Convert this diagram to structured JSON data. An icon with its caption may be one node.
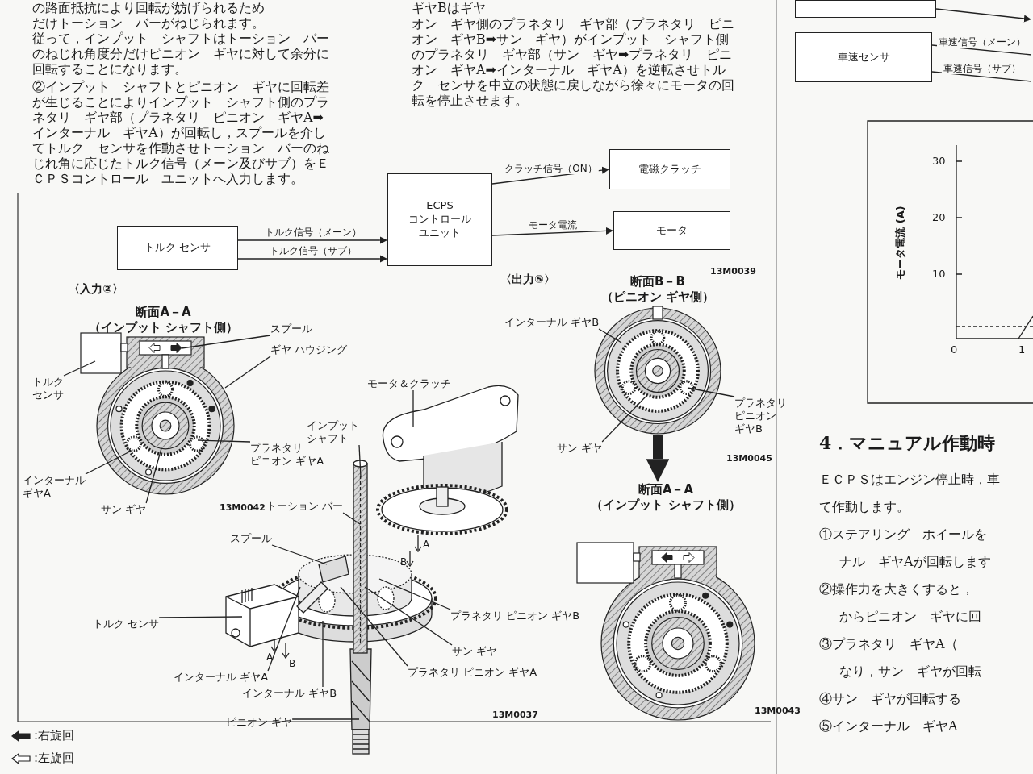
{
  "diagram": {
    "nodes": [
      {
        "text": [
          "トルク センサ"
        ]
      },
      {
        "text": [
          "ECPSコントロールユニット"
        ]
      },
      {
        "text": [
          "電磁クラッチ"
        ]
      },
      {
        "text": [
          "モータ"
        ]
      },
      {
        "text": [
          "断面A－A",
          "（インプット シャフト側）"
        ]
      },
      {
        "text": [
          "スプール"
        ]
      },
      {
        "text": [
          "ギヤ ハウジング"
        ]
      },
      {
        "text": [
          "トルクセンサ"
        ]
      },
      {
        "text": [
          "プラネタリピニオン ギヤA"
        ]
      },
      {
        "text": [
          "インターナルギヤA"
        ]
      },
      {
        "text": [
          "サン ギヤ"
        ]
      },
      {
        "text": [
          "モータ＆クラッチ"
        ]
      },
      {
        "text": [
          "インプットシャフト"
        ]
      },
      {
        "text": [
          "トーション バー"
        ]
      },
      {
        "text": [
          "スプール"
        ]
      },
      {
        "text": [
          "トルク センサ"
        ]
      },
      {
        "text": [
          "プラネタリ ピニオン ギヤB"
        ]
      },
      {
        "text": [
          "サン ギヤ"
        ]
      },
      {
        "text": [
          "プラネタリ ピニオン ギヤA"
        ]
      },
      {
        "text": [
          "インターナル ギヤA"
        ]
      },
      {
        "text": [
          "インターナル ギヤB"
        ]
      },
      {
        "text": [
          "ピニオン ギヤ"
        ]
      },
      {
        "text": [
          "断面B－B",
          "（ピニオン ギヤ側）"
        ],
        "beside": [
          "13M0045"
        ]
      },
      {
        "text": [
          "インターナル ギヤB"
        ]
      },
      {
        "text": [
          "サン ギヤ"
        ]
      },
      {
        "text": [
          "プラネタリピニオンギヤB"
        ]
      },
      {
        "text": [
          "断面A－A",
          "（インプット シャフト側）"
        ],
        "beside": [
          "13M0043"
        ]
      },
      {
        "text": [],
        "shape": "box"
      },
      {
        "text": [
          "車速センサ"
        ]
      }
    ],
    "edges": [
      {
        "from": 0,
        "to": 1,
        "arrow": "to",
        "label": "トルク信号（メーン）"
      },
      {
        "from": 0,
        "to": 1,
        "arrow": "to",
        "label": "トルク信号（サブ）"
      },
      {
        "from": 1,
        "to": 2,
        "arrow": "to",
        "label": "クラッチ信号（ON）"
      },
      {
        "from": 1,
        "to": 3,
        "arrow": "to",
        "label": "モータ電流"
      },
      {
        "from": 5,
        "to": 4,
        "arrow": "none"
      },
      {
        "from": 6,
        "to": 4,
        "arrow": "none"
      },
      {
        "from": 7,
        "to": 4,
        "arrow": "none"
      },
      {
        "from": 8,
        "to": 4,
        "arrow": "none"
      },
      {
        "from": 9,
        "to": 4,
        "arrow": "none"
      },
      {
        "from": 10,
        "to": 4,
        "arrow": "none"
      },
      {
        "from": 11,
        "to": null,
        "arrow": "none"
      },
      {
        "from": 12,
        "to": null,
        "arrow": "none"
      },
      {
        "from": 13,
        "to": null,
        "arrow": "none"
      },
      {
        "from": 14,
        "to": null,
        "arrow": "none"
      },
      {
        "from": 15,
        "to": null,
        "arrow": "none"
      },
      {
        "from": 16,
        "to": null,
        "arrow": "none"
      },
      {
        "from": 17,
        "to": null,
        "arrow": "none"
      },
      {
        "from": 18,
        "to": null,
        "arrow": "none"
      },
      {
        "from": 19,
        "to": null,
        "arrow": "none"
      },
      {
        "from": 20,
        "to": null,
        "arrow": "none"
      },
      {
        "from": 21,
        "to": null,
        "arrow": "none"
      },
      {
        "from": 23,
        "to": 22,
        "arrow": "none"
      },
      {
        "from": 24,
        "to": 22,
        "arrow": "none"
      },
      {
        "from": 25,
        "to": 22,
        "arrow": "none"
      },
      {
        "from": 22,
        "to": 26,
        "arrow": "to",
        "style": "thick"
      },
      {
        "from": 27,
        "to": null,
        "arrow": "to"
      },
      {
        "from": 28,
        "to": null,
        "arrow": "none",
        "label": "車速信号（メーン）"
      },
      {
        "from": 28,
        "to": null,
        "arrow": "none",
        "label": "車速信号（サブ）"
      }
    ],
    "labels": [
      "の路面抵抗により回転が妨げられるため",
      "だけトーション　バーがねじられます。",
      "従って，インプット　シャフトはトーション　バーのねじれ角度分だけピニオン　ギヤに対して余分に回転することになります。",
      "②インプット　シャフトとピニオン　ギヤに回転差が生じることによりインプット　シャフト側のプラネタリ　ギヤ部（プラネタリ　ピニオン　ギヤA➡インターナル　ギヤA）が回転し，スプールを介してトルク　センサを作動させトーション　バーのねじれ角に応じたトルク信号（メーン及びサブ）をＥＣＰＳコントロール　ユニットへ入力します。",
      "ギヤBはギヤ",
      "オン　ギヤ側のプラネタリ　ギヤ部（プラネタリ　ピニオン　ギヤB➡サン　ギヤ）がインプット　シャフト側のプラネタリ　ギヤ部（サン　ギヤ➡プラネタリ　ピニオン　ギヤA➡インターナル　ギヤA）を逆転させトルク　センサを中立の状態に戻しながら徐々にモータの回転を停止させます。",
      "〈入力②〉",
      "〈出力⑤〉",
      "13M0039",
      "13M0042",
      "A",
      "B",
      "A",
      "B",
      "13M0037",
      "30",
      "20",
      "モータ電流 (A)",
      "10",
      "0",
      "1",
      "4．マニュアル作動時",
      "ＥＣＰＳはエンジン停止時，車",
      "て作動します。",
      "①ステアリング　ホイールを",
      "ナル　ギヤAが回転します",
      "②操作力を大きくすると，",
      "からピニオン　ギヤに回",
      "③プラネタリ　ギヤA（",
      "なり，サン　ギヤが回転",
      "④サン　ギヤが回転する",
      "⑤インターナル　ギヤA"
    ],
    "legend": [
      {
        "text": ":右旋回"
      },
      {
        "text": ":左旋回"
      }
    ]
  }
}
